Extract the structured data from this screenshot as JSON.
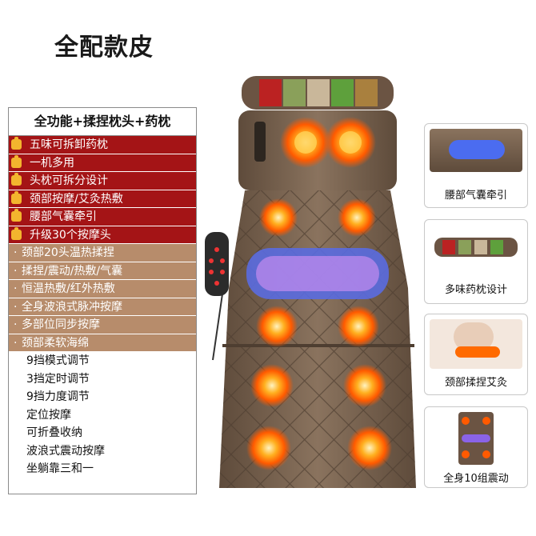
{
  "title": "全配款皮",
  "table": {
    "header": "全功能+揉捏枕头+药枕",
    "red_rows": [
      "五味可拆卸药枕",
      "一机多用",
      "头枕可拆分设计",
      "颈部按摩/艾灸热敷",
      "腰部气囊牵引",
      "升级30个按摩头"
    ],
    "tan_rows": [
      "颈部20头温热揉捏",
      "揉捏/震动/热敷/气囊",
      "恒温热敷/红外热敷",
      "全身波浪式脉冲按摩",
      "多部位同步按摩",
      "颈部柔软海绵"
    ],
    "plain_rows": [
      "9挡模式调节",
      "3挡定时调节",
      "9挡力度调节",
      "定位按摩",
      "可折叠收纳",
      "波浪式震动按摩",
      "坐躺靠三和一"
    ]
  },
  "callouts": [
    {
      "label": "腰部气囊牵引"
    },
    {
      "label": "多味药枕设计"
    },
    {
      "label": "颈部揉捏艾灸"
    },
    {
      "label": "全身10组震动"
    }
  ],
  "colors": {
    "red_row": "#a41416",
    "tan_row": "#b78c6b",
    "mattress": "#7a6552",
    "heat": "#ff6a00"
  }
}
